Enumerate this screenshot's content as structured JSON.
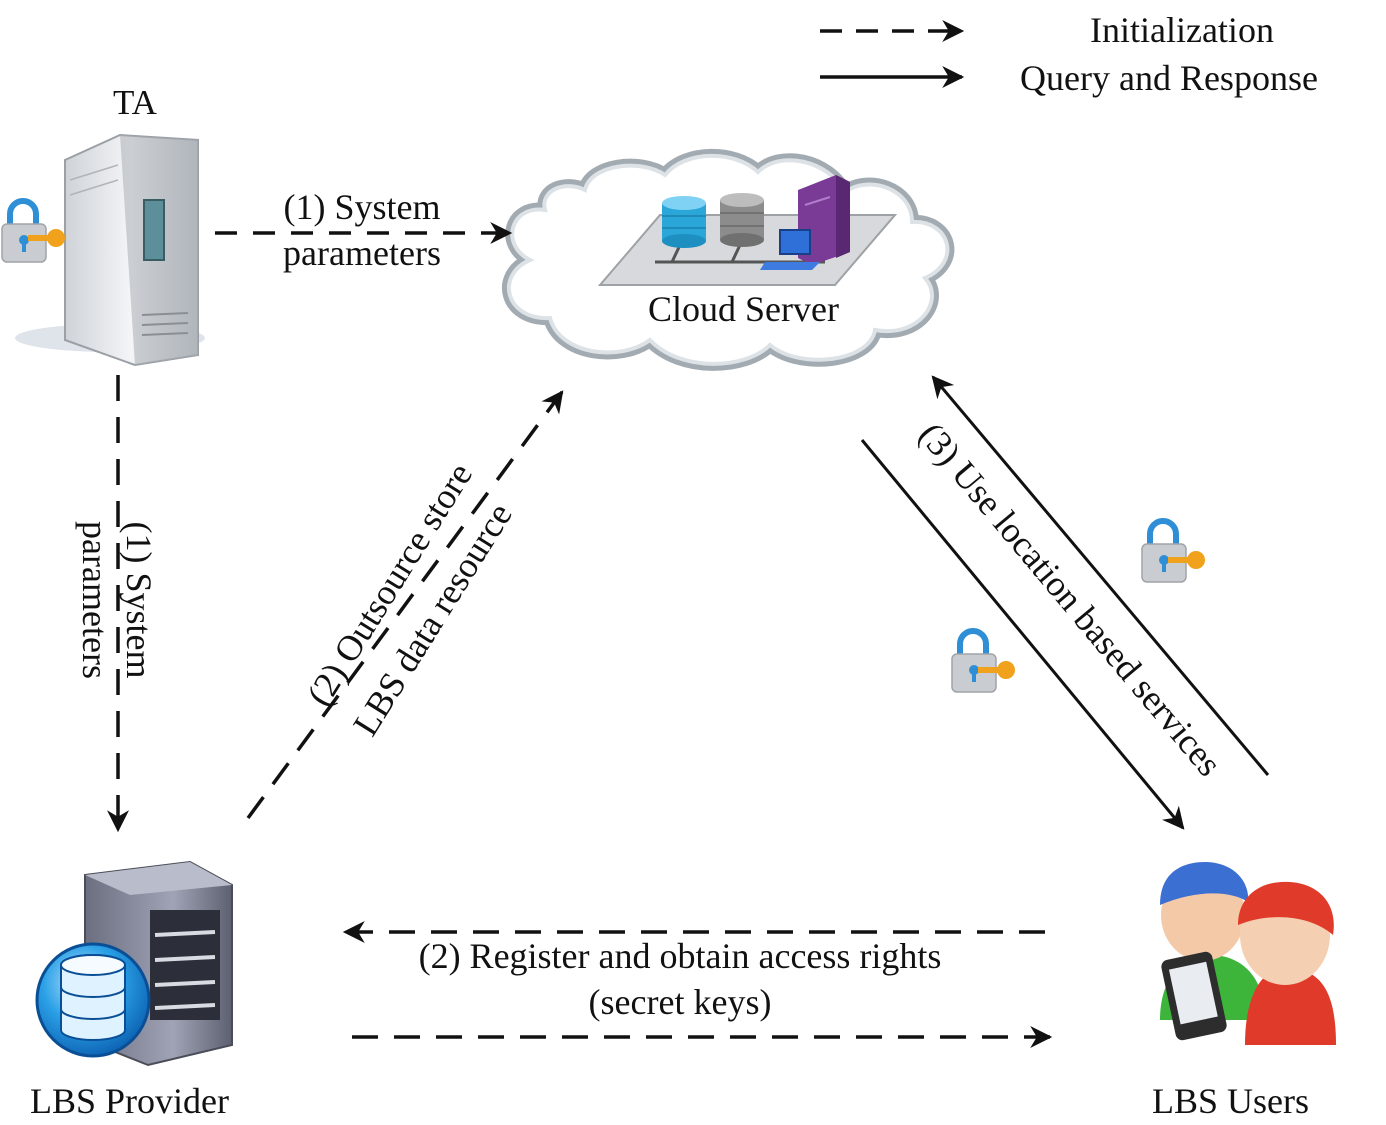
{
  "legend": {
    "initialization": "Initialization",
    "query_response": "Query and Response"
  },
  "nodes": {
    "ta": "TA",
    "cloud": "Cloud Server",
    "provider": "LBS Provider",
    "users": "LBS Users"
  },
  "edges": {
    "ta_cloud_line1": "(1) System",
    "ta_cloud_line2": "parameters",
    "ta_provider_line1": "(1) System",
    "ta_provider_line2": "parameters",
    "outsource_line1": "(2) Outsource store",
    "outsource_line2": "LBS data resource",
    "register_line1": "(2) Register and obtain access rights",
    "register_line2": "(secret keys)",
    "use_services": "(3) Use location based services"
  },
  "colors": {
    "arrow": "#111111",
    "cloud_fill": "#ffffff",
    "cloud_stroke": "#9aa3aa",
    "db_blue": "#2aa7d8",
    "db_gray": "#8c8c8c",
    "server_purple": "#7a3b96",
    "user_blue": "#3b6fd1",
    "user_red": "#e03a2a",
    "lock_blue": "#2f8fd6",
    "key_orange": "#f0a21c"
  },
  "icons": [
    "server-tower-icon",
    "lock-key-icon",
    "cloud-icon",
    "database-icon",
    "monitor-icon",
    "provider-server-icon",
    "users-icon",
    "smartphone-icon"
  ]
}
